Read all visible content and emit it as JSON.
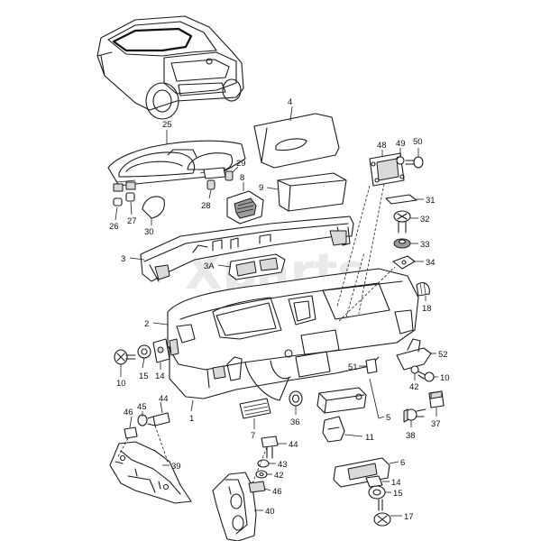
{
  "watermark": "Xparts",
  "labels": {
    "l1": "1",
    "l2": "2",
    "l3": "3",
    "l3A": "3A",
    "l4": "4",
    "l5": "5",
    "l6": "6",
    "l7": "7",
    "l8": "8",
    "l9": "9",
    "l10a": "10",
    "l10b": "10",
    "l11": "11",
    "l14a": "14",
    "l14b": "14",
    "l15a": "15",
    "l15b": "15",
    "l17": "17",
    "l18": "18",
    "l25": "25",
    "l26": "26",
    "l27": "27",
    "l28": "28",
    "l29": "29",
    "l30": "30",
    "l31": "31",
    "l32": "32",
    "l33": "33",
    "l34": "34",
    "l36": "36",
    "l37": "37",
    "l38": "38",
    "l39": "39",
    "l40": "40",
    "l42a": "42",
    "l42b": "42",
    "l43": "43",
    "l44a": "44",
    "l44b": "44",
    "l45": "45",
    "l46a": "46",
    "l46b": "46",
    "l48": "48",
    "l49": "49",
    "l50": "50",
    "l51": "51",
    "l52": "52"
  }
}
